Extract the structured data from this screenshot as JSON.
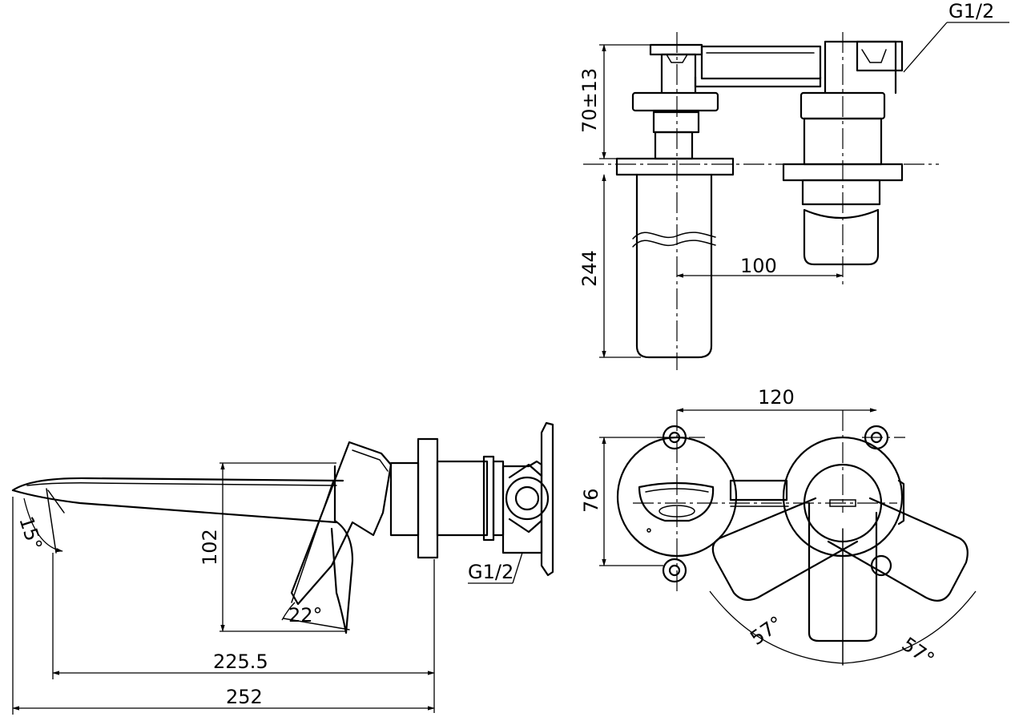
{
  "dimensions": {
    "thread_top": "G1/2",
    "height_adjust": "70±13",
    "wall_depth": "244",
    "centre_offset": "100",
    "plate_span": "120",
    "plate_height": "76",
    "spout_angle": "15°",
    "lever_angle": "22°",
    "lever_height": "102",
    "thread_side": "G1/2",
    "spout_reach": "225.5",
    "overall_length": "252",
    "swing_left": "57°",
    "swing_right": "57°"
  }
}
